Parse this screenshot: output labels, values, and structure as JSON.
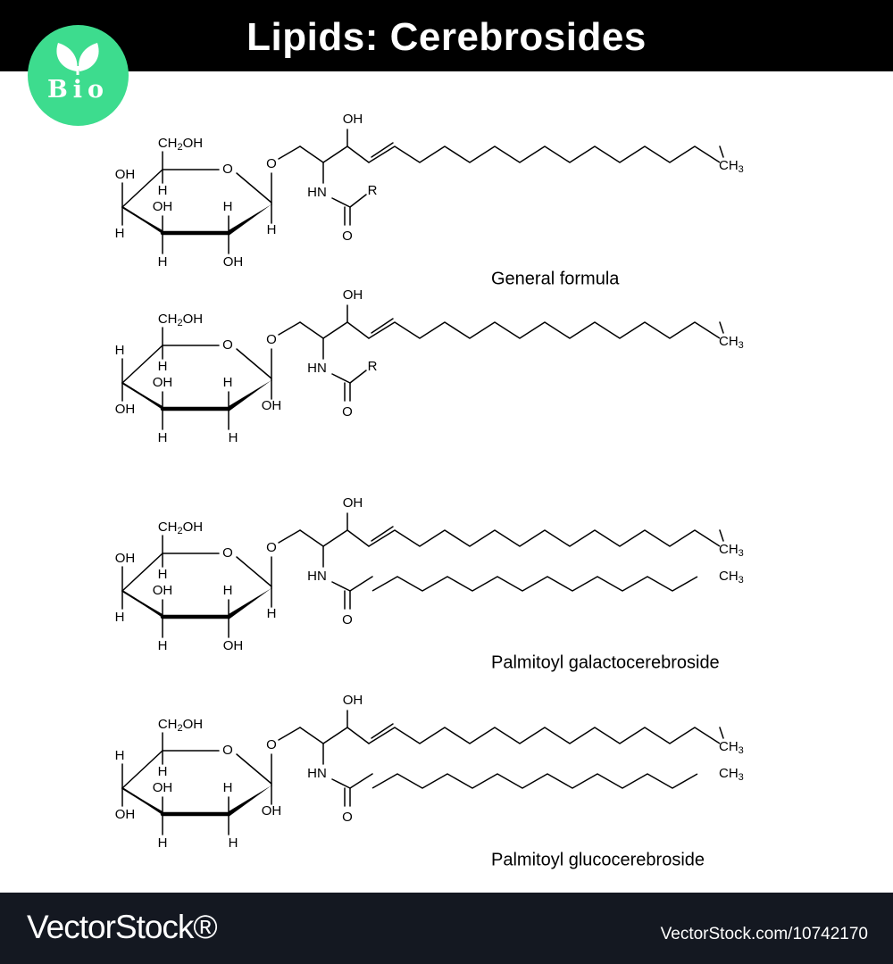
{
  "header": {
    "title": "Lipids: Cerebrosides"
  },
  "logo": {
    "text": "Bio",
    "icon": "leaf-icon",
    "color": "#3ddc8e"
  },
  "molecules": [
    {
      "caption": "General formula",
      "ring_labels": [
        "CH2OH",
        "O",
        "OH",
        "H",
        "H",
        "OH",
        "H",
        "H",
        "OH",
        "H",
        "OH",
        "H"
      ],
      "chain_labels": [
        "O",
        "OH",
        "HN",
        "R",
        "O",
        "CH3"
      ]
    },
    {
      "caption": "",
      "ring_labels": [
        "CH2OH",
        "O",
        "H",
        "H",
        "OH",
        "H",
        "OH",
        "H",
        "H",
        "OH",
        "H"
      ],
      "chain_labels": [
        "O",
        "OH",
        "HN",
        "R",
        "O",
        "CH3"
      ]
    },
    {
      "caption": "Palmitoyl galactocerebroside",
      "ring_labels": [
        "CH2OH",
        "O",
        "OH",
        "H",
        "H",
        "OH",
        "H",
        "H",
        "OH",
        "H",
        "OH",
        "H"
      ],
      "chain_labels": [
        "O",
        "OH",
        "HN",
        "O",
        "CH3",
        "CH3"
      ]
    },
    {
      "caption": "Palmitoyl glucocerebroside",
      "ring_labels": [
        "CH2OH",
        "O",
        "H",
        "H",
        "OH",
        "H",
        "OH",
        "H",
        "H",
        "OH",
        "H"
      ],
      "chain_labels": [
        "O",
        "OH",
        "HN",
        "O",
        "CH3",
        "CH3"
      ]
    }
  ],
  "footer": {
    "brand": "VectorStock®",
    "image_id": "VectorStock.com/10742170"
  }
}
